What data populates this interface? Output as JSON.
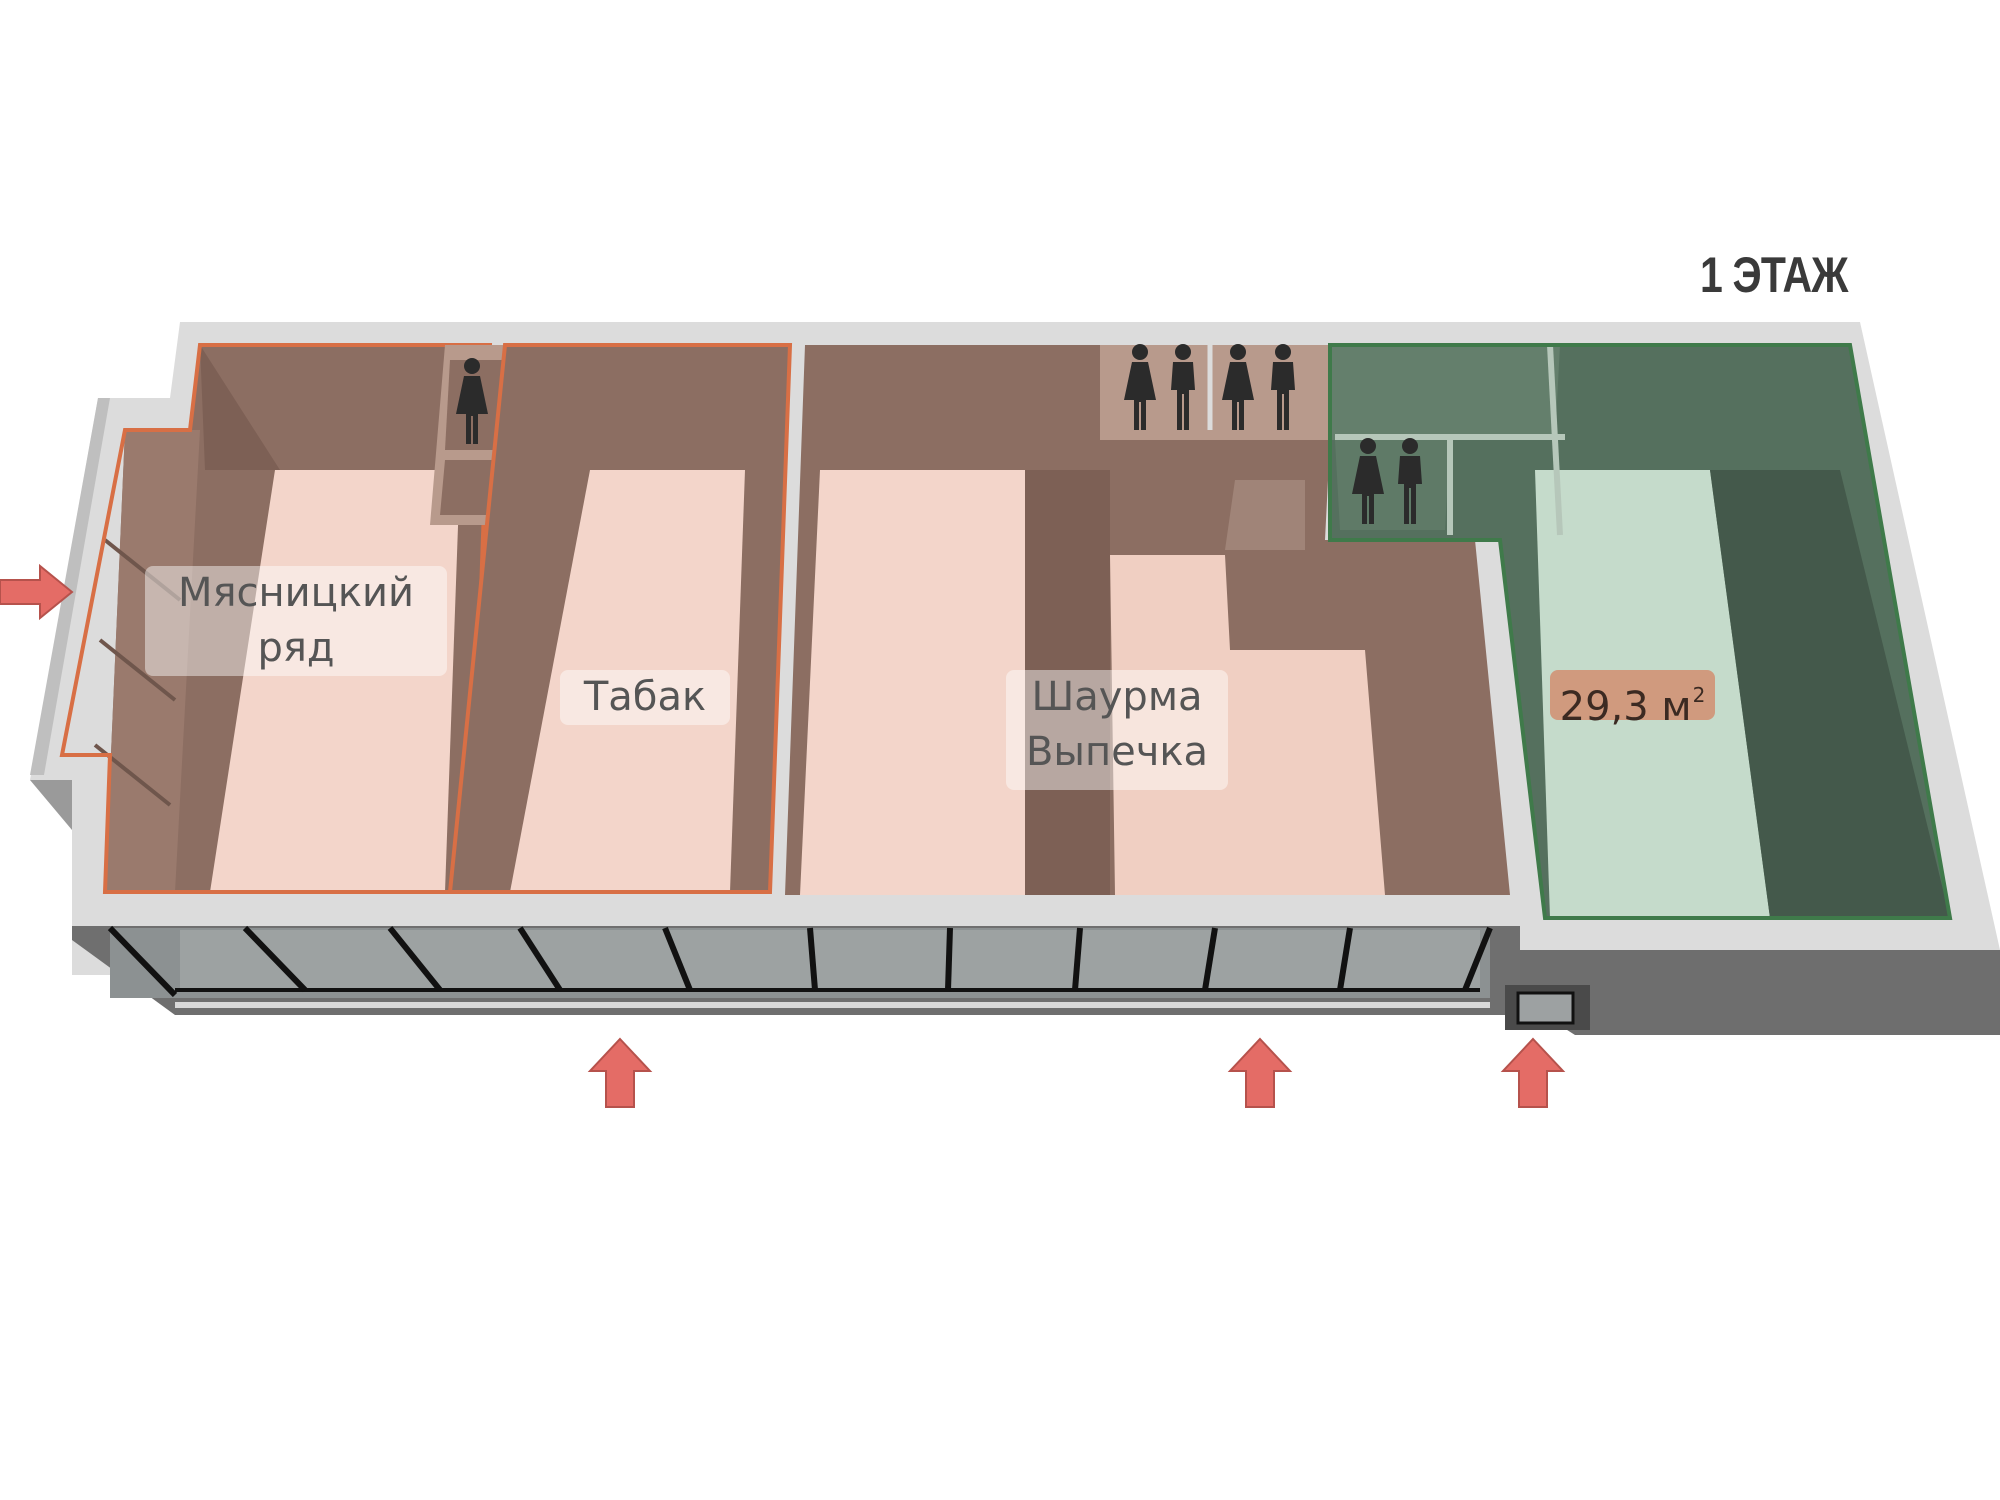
{
  "floor_title": "1 ЭТАЖ",
  "rooms": [
    {
      "id": "meat",
      "lines": [
        "Мясницкий",
        "ряд"
      ]
    },
    {
      "id": "tobacco",
      "lines": [
        "Табак"
      ]
    },
    {
      "id": "shawarma",
      "lines": [
        "Шаурма",
        "Выпечка"
      ]
    }
  ],
  "available_area": {
    "value": "29,3 м",
    "sup": "2"
  },
  "icons": {
    "restroom": "restroom-icon",
    "entrance": "entrance-arrow-icon"
  },
  "colors": {
    "occupied_floor": "#f3d5ca",
    "occupied_wall": "#8c6e62",
    "occupied_outline": "#d86f45",
    "available_floor": "#c5dbcb",
    "available_wall": "#55705e",
    "available_outline": "#3f7a4a",
    "entrance_arrow": "#e46c66",
    "outer_wall": "#dcdcdc"
  }
}
